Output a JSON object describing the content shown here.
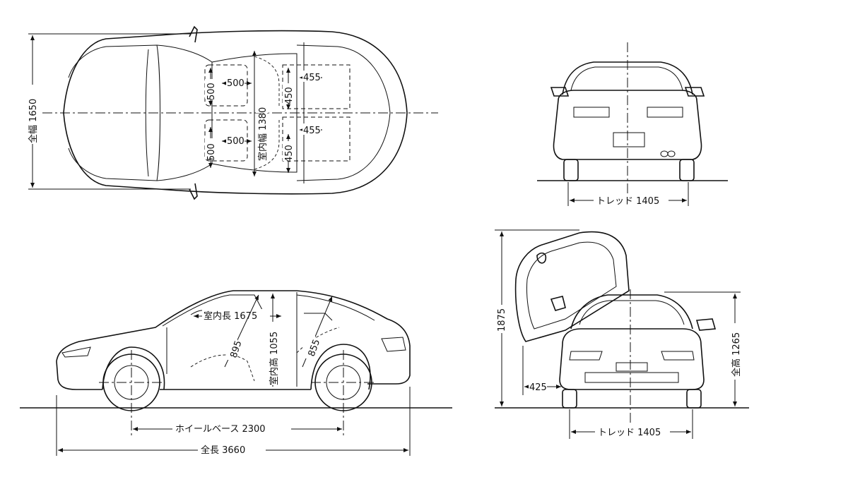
{
  "top_view": {
    "width_label": "全幅 1650",
    "room_width_label": "室内幅 1380",
    "dim_500_a": "500",
    "dim_500_b": "500",
    "dim_500_c": "500",
    "dim_500_d": "500",
    "dim_455_a": "455",
    "dim_455_b": "455",
    "dim_450_a": "450",
    "dim_450_b": "450"
  },
  "rear_view": {
    "tread_label": "トレッド 1405"
  },
  "side_view": {
    "room_length_label": "室内長 1675",
    "room_height_label": "室内高 1055",
    "dim_895": "895",
    "dim_855": "855",
    "wheelbase_label": "ホイールベース 2300",
    "length_label": "全長 3660"
  },
  "front_view": {
    "height_open_label": "1875",
    "height_label": "全高 1265",
    "door_clearance_label": "425",
    "tread_label": "トレッド 1405"
  }
}
